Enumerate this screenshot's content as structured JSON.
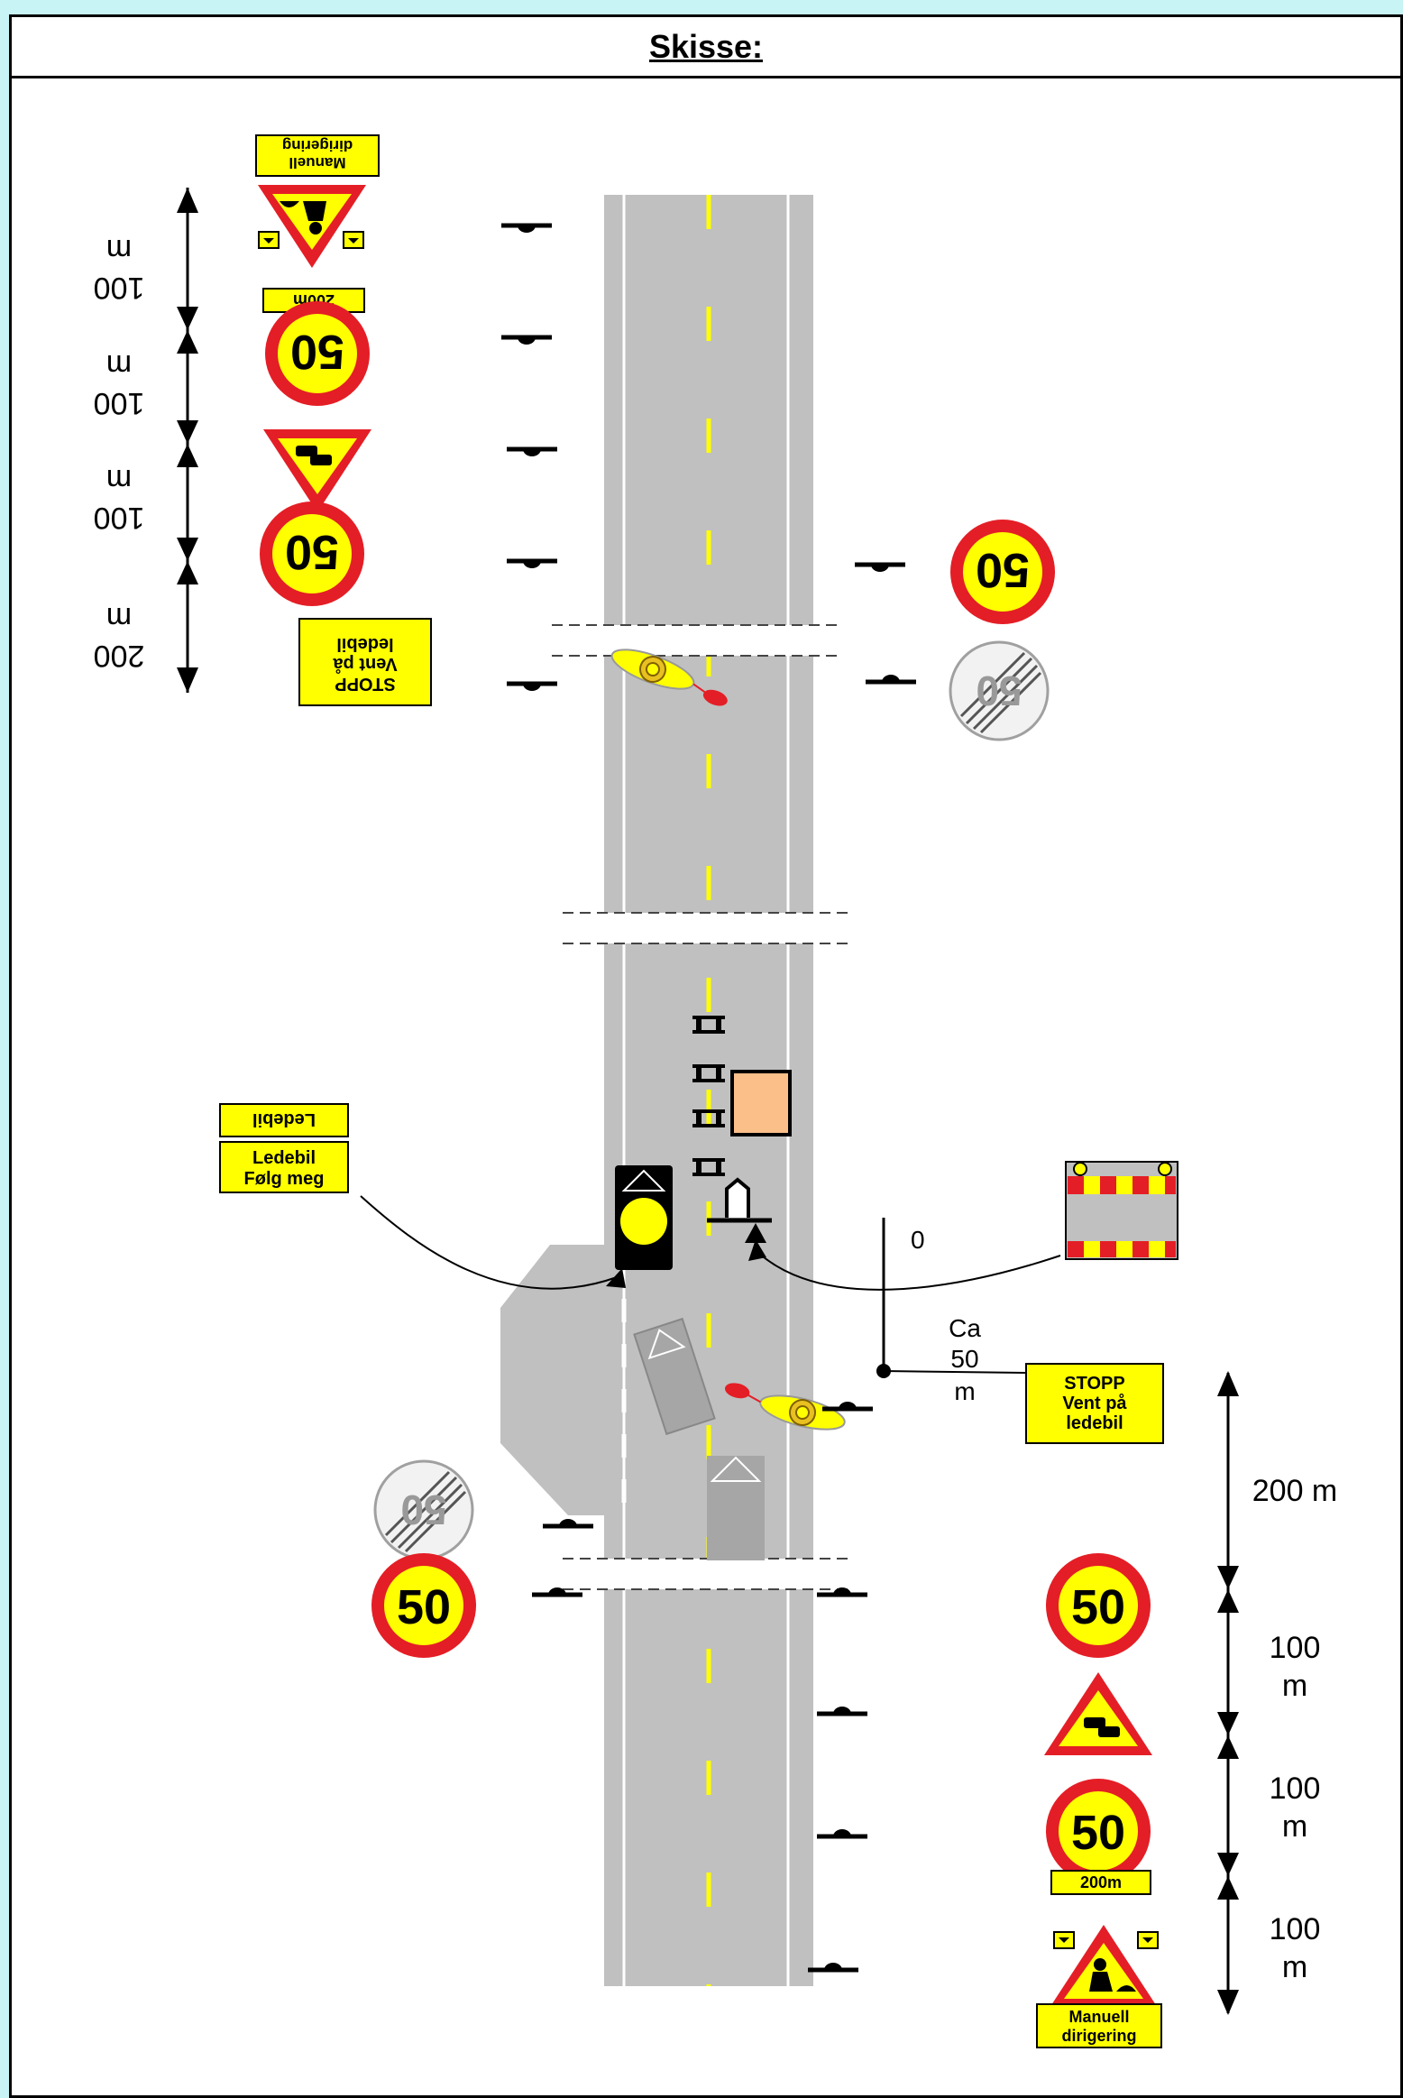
{
  "title": "Skisse:",
  "colors": {
    "road": "#c0c0c0",
    "centerline": "#ffff00",
    "sign_red": "#e41e26",
    "sign_yellow": "#ffff00",
    "sign_box_yellow": "#ffff00",
    "work_box": "#fbbf8a"
  },
  "upper": {
    "plate_manuell": [
      "Manuell",
      "dirigering"
    ],
    "plate_200m": "200m",
    "speed_value": "50",
    "stopp_sign": [
      "STOPP",
      "Vent på",
      "ledebil"
    ],
    "dims": [
      {
        "value": "100",
        "unit": "m"
      },
      {
        "value": "100",
        "unit": "m"
      },
      {
        "value": "100",
        "unit": "m"
      },
      {
        "value": "200",
        "unit": "m"
      }
    ]
  },
  "middle": {
    "ledebil_small": "Ledebil",
    "ledebil_sign": [
      "Ledebil",
      "Følg meg"
    ],
    "zero_label": "0",
    "distance_label": [
      "Ca",
      "50",
      "m"
    ],
    "stopp_sign": [
      "STOPP",
      "Vent på",
      "ledebil"
    ],
    "end_speed_value": "50"
  },
  "lower": {
    "speed_value": "50",
    "plate_200m": "200m",
    "plate_manuell": [
      "Manuell",
      "dirigering"
    ],
    "dims": [
      {
        "value": "200 m",
        "unit": ""
      },
      {
        "value": "100",
        "unit": "m"
      },
      {
        "value": "100",
        "unit": "m"
      },
      {
        "value": "100",
        "unit": "m"
      }
    ]
  },
  "icons": {
    "road_work": "road-work-icon",
    "queue": "queue-warning-icon",
    "flagger": "flagger-icon",
    "leader_car": "leader-car-icon",
    "barrier": "barrier-icon",
    "delineator": "delineator-icon"
  }
}
